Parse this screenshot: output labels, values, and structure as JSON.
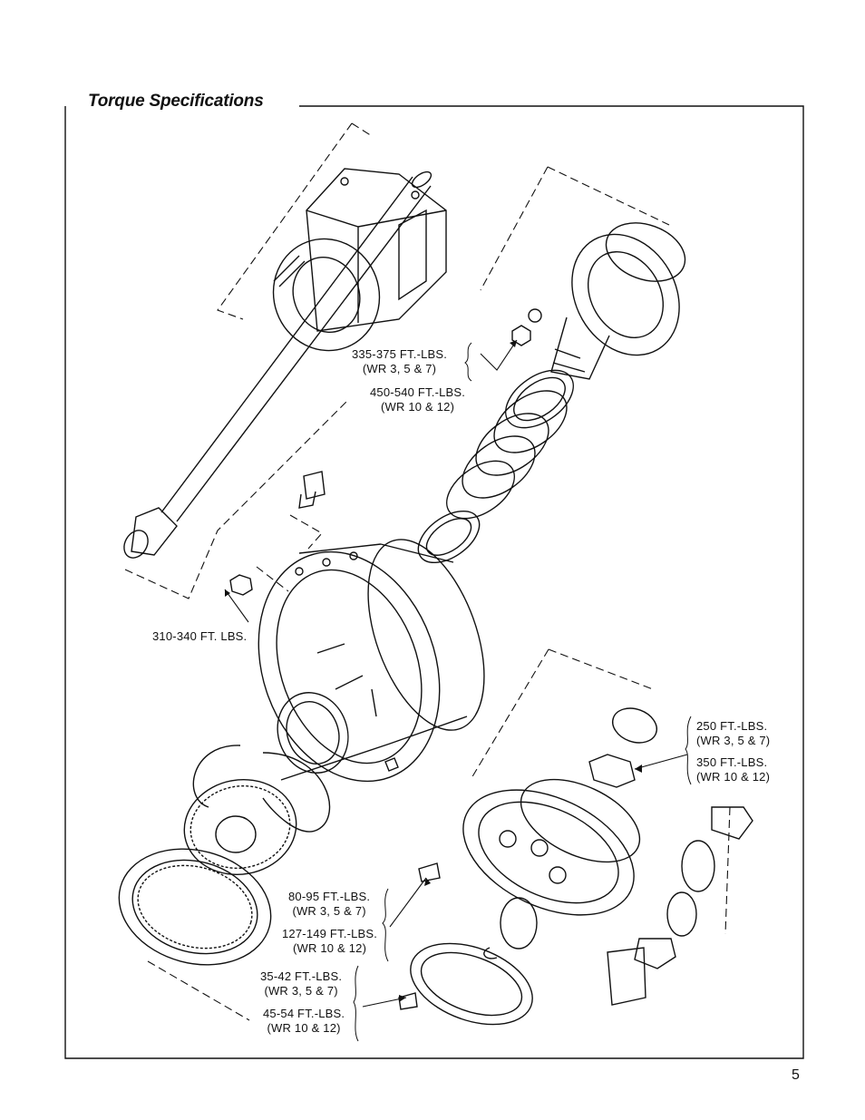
{
  "page": {
    "title": "Torque Specifications",
    "page_number": "5"
  },
  "labels": {
    "l1a": "335-375 FT.-LBS.",
    "l1b": "(WR 3, 5 & 7)",
    "l2a": "450-540 FT.-LBS.",
    "l2b": "(WR 10 & 12)",
    "l3": "310-340 FT. LBS.",
    "l4a": "250 FT.-LBS.",
    "l4b": "(WR 3, 5 & 7)",
    "l5a": "350 FT.-LBS.",
    "l5b": "(WR 10 & 12)",
    "l6a": "80-95 FT.-LBS.",
    "l6b": "(WR 3, 5 & 7)",
    "l7a": "127-149 FT.-LBS.",
    "l7b": "(WR 10 & 12)",
    "l8a": "35-42 FT.-LBS.",
    "l8b": "(WR 3, 5 & 7)",
    "l9a": "45-54 FT.-LBS.",
    "l9b": "(WR 10 & 12)"
  }
}
